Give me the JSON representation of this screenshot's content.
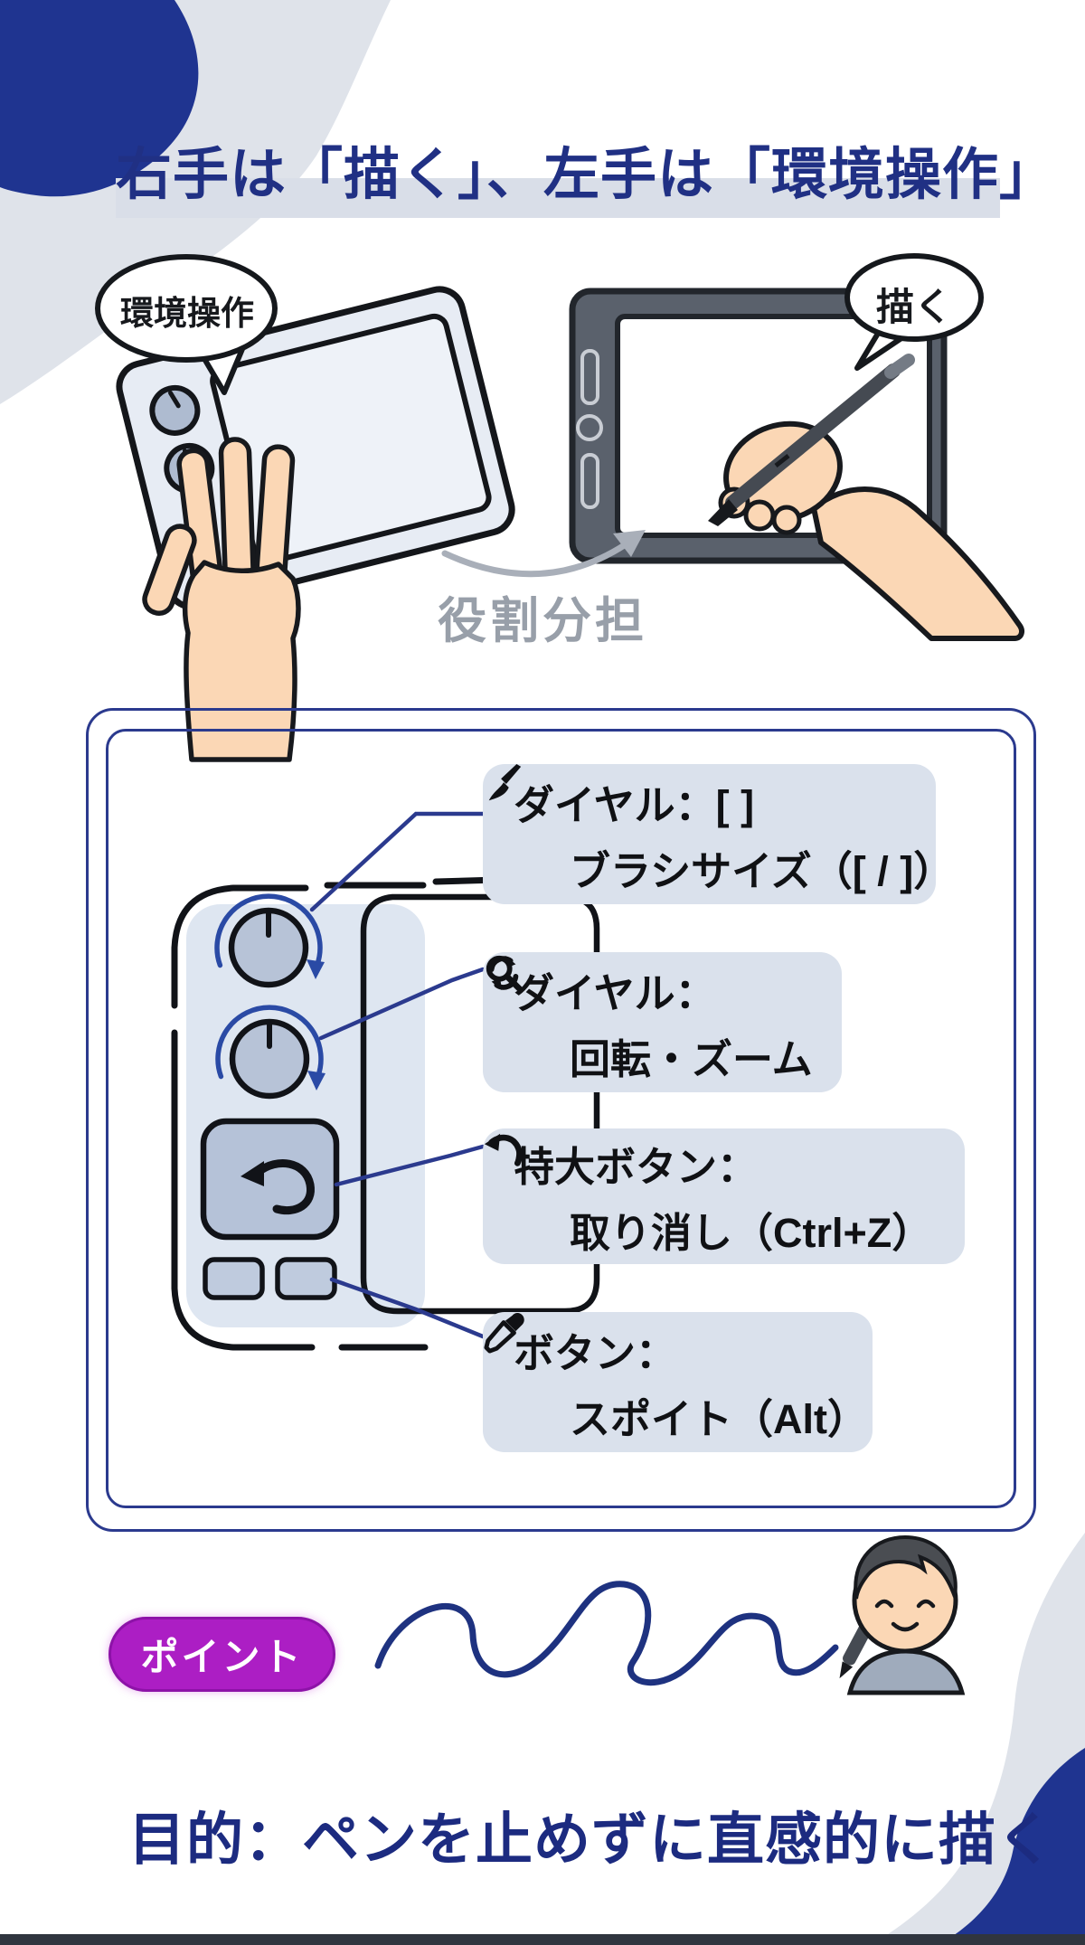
{
  "title": "右手は「描く」、左手は「環境操作」",
  "illustration": {
    "left_bubble": "環境操作",
    "right_bubble": "描く",
    "arrow_caption": "役割分担"
  },
  "panel": {
    "callouts": [
      {
        "icon": "brush-icon",
        "line1": "ダイヤル：[ ]",
        "line2": "ブラシサイズ（[ / ]）"
      },
      {
        "icon": "rotate-icon",
        "line1": "ダイヤル：",
        "suffix_icon": "magnifier-icon",
        "line2": "回転・ズーム"
      },
      {
        "icon": "undo-arrow-icon",
        "line1": "特大ボタン：",
        "line2": "取り消し（Ctrl+Z）"
      },
      {
        "icon": "eyedropper-icon",
        "line1": "ボタン：",
        "line2": "スポイト（Alt）"
      }
    ]
  },
  "footer": {
    "badge": "ポイント",
    "goal": "目的：ペンを止めずに直感的に描く"
  },
  "colors": {
    "accent_navy": "#1f3490",
    "title_navy": "#203084",
    "highlight_gray": "#d9dee8",
    "callout_bg": "#dae1ec",
    "connector_navy": "#2b3a8e",
    "badge_magenta": "#ac1ec4",
    "caption_gray": "#989fa9",
    "device_panel": "#dee6f1",
    "device_knob": "#b7c3d7"
  }
}
